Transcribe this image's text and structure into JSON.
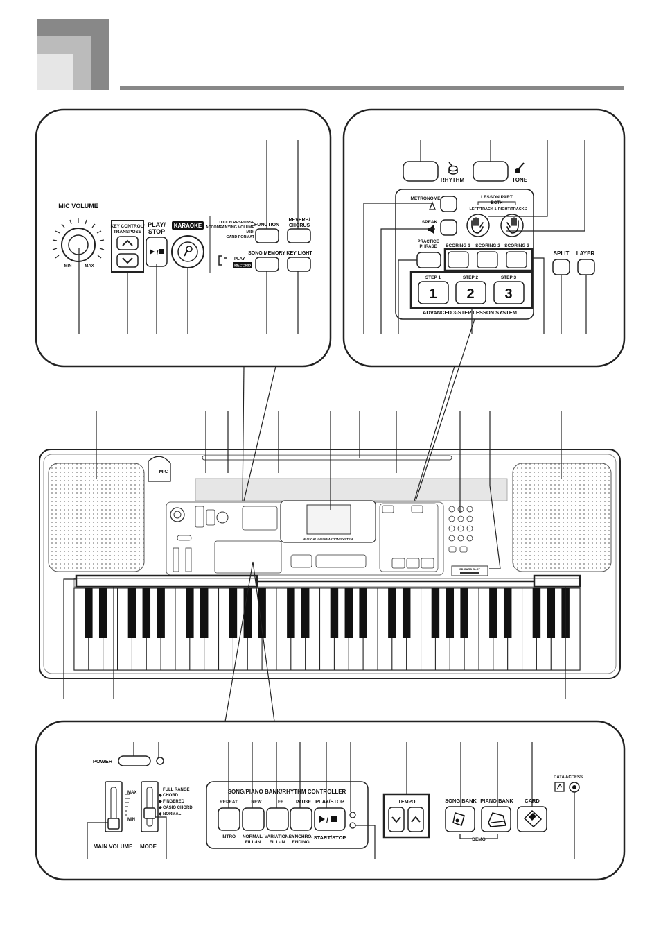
{
  "top_right_panel": {
    "rhythm": "RHYTHM",
    "tone": "TONE",
    "metronome": "METRONOME",
    "speak": "SPEAK",
    "practice_phrase_1": "PRACTICE",
    "practice_phrase_2": "PHRASE",
    "lesson_part": "LESSON PART",
    "both": "BOTH",
    "left_track": "LEFT/TRACK 1",
    "right_track": "RIGHT/TRACK 2",
    "scoring_1": "SCORING 1",
    "scoring_2": "SCORING 2",
    "scoring_3": "SCORING 3",
    "step_1": "STEP 1",
    "step_2": "STEP 2",
    "step_3": "STEP 3",
    "digit_1": "1",
    "digit_2": "2",
    "digit_3": "3",
    "lesson_system": "ADVANCED 3-STEP LESSON SYSTEM",
    "split": "SPLIT",
    "layer": "LAYER"
  },
  "top_left_panel": {
    "mic_volume": "MIC VOLUME",
    "min": "MIN",
    "max": "MAX",
    "key_control_1": "KEY CONTROL/",
    "key_control_2": "TRANSPOSE",
    "play_stop_1": "PLAY/",
    "play_stop_2": "STOP",
    "karaoke": "KARAOKE",
    "touch_response": "TOUCH RESPONSE",
    "accomp_volume": "ACCOMPANYING VOLUME",
    "midi": "MIDI",
    "card_format": "CARD FORMAT",
    "function": "FUNCTION",
    "reverb_1": "REVERB/",
    "reverb_2": "CHORUS",
    "play": "PLAY",
    "record": "RECORD",
    "song_memory": "SONG MEMORY",
    "key_light": "KEY LIGHT"
  },
  "keyboard": {
    "mic": "MIC",
    "display_caption": "MUSICAL INFORMATION SYSTEM",
    "sd_card_slot": "SD CARD SLOT"
  },
  "bottom_panel": {
    "power": "POWER",
    "max": "MAX",
    "min": "MIN",
    "main_volume": "MAIN VOLUME",
    "mode": "MODE",
    "full_range": "FULL RANGE",
    "chord": "CHORD",
    "fingered": "FINGERED",
    "casio_chord": "CASIO CHORD",
    "normal": "NORMAL",
    "controller_title": "SONG/PIANO BANK/RHYTHM CONTROLLER",
    "repeat": "REPEAT",
    "rew": "REW",
    "ff": "FF",
    "pause": "PAUSE",
    "play_stop": "PLAY/STOP",
    "intro": "INTRO",
    "normal_fill_1": "NORMAL/",
    "normal_fill_2": "FILL-IN",
    "variation_1": "VARIATION/",
    "variation_2": "FILL-IN",
    "synchro_1": "SYNCHRO/",
    "synchro_2": "ENDING",
    "start_stop": "START/STOP",
    "tempo": "TEMPO",
    "song_bank": "SONG BANK",
    "piano_bank": "PIANO BANK",
    "card": "CARD",
    "demo": "DEMO",
    "data_access": "DATA ACCESS"
  }
}
